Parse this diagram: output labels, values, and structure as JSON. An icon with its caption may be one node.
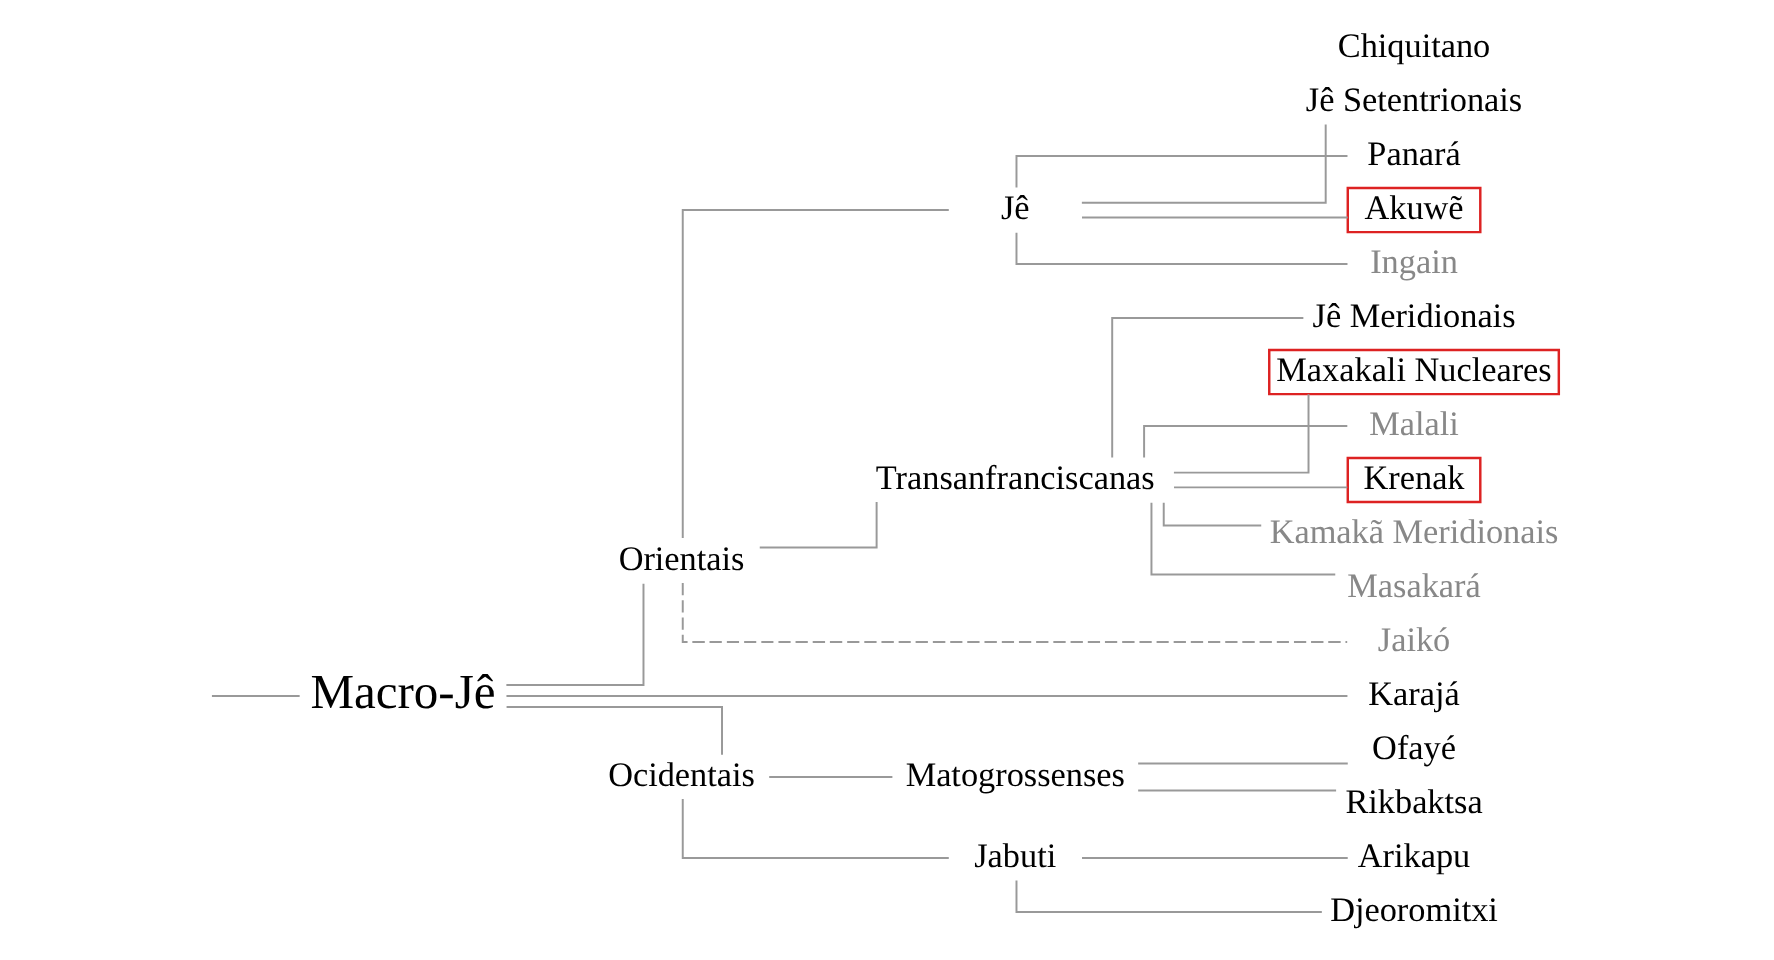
{
  "diagram": {
    "nodes": [
      {
        "text": [
          "Macro-Jê"
        ]
      },
      {
        "text": [
          "Orientais"
        ]
      },
      {
        "text": [
          "Jê"
        ]
      },
      {
        "text": [
          "Jê Setentrionais"
        ]
      },
      {
        "text": [
          "Panará"
        ]
      },
      {
        "text": [
          "Akuwẽ"
        ]
      },
      {
        "text": [
          "Ingain"
        ]
      },
      {
        "text": [
          "Transanfranciscanas"
        ]
      },
      {
        "text": [
          "Jê Meridionais"
        ]
      },
      {
        "text": [
          "Maxakali Nucleares"
        ]
      },
      {
        "text": [
          "Malali"
        ]
      },
      {
        "text": [
          "Krenak"
        ]
      },
      {
        "text": [
          "Kamakã Meridionais"
        ]
      },
      {
        "text": [
          "Masakará"
        ]
      },
      {
        "text": [
          "Jaikó"
        ]
      },
      {
        "text": [
          "Karajá"
        ]
      },
      {
        "text": [
          "Ocidentais"
        ]
      },
      {
        "text": [
          "Matogrossenses"
        ]
      },
      {
        "text": [
          "Ofayé"
        ]
      },
      {
        "text": [
          "Rikbaktsa"
        ]
      },
      {
        "text": [
          "Jabuti"
        ]
      },
      {
        "text": [
          "Arikapu"
        ]
      },
      {
        "text": [
          "Djeoromitxi"
        ]
      }
    ],
    "edges": [
      {
        "from": null,
        "to": 0,
        "arrow": "none"
      },
      {
        "from": 0,
        "to": 1,
        "arrow": "none"
      },
      {
        "from": 1,
        "to": 2,
        "arrow": "none"
      },
      {
        "from": 2,
        "to": 3,
        "arrow": "none"
      },
      {
        "from": 2,
        "to": 4,
        "arrow": "none"
      },
      {
        "from": 2,
        "to": 5,
        "arrow": "none"
      },
      {
        "from": 2,
        "to": 6,
        "arrow": "none"
      },
      {
        "from": 1,
        "to": 7,
        "arrow": "none"
      },
      {
        "from": 7,
        "to": 8,
        "arrow": "none"
      },
      {
        "from": 7,
        "to": 9,
        "arrow": "none"
      },
      {
        "from": 7,
        "to": 10,
        "arrow": "none"
      },
      {
        "from": 7,
        "to": 11,
        "arrow": "none"
      },
      {
        "from": 7,
        "to": 12,
        "arrow": "none"
      },
      {
        "from": 7,
        "to": 13,
        "arrow": "none"
      },
      {
        "from": 1,
        "to": 14,
        "arrow": "none",
        "style": "dashed"
      },
      {
        "from": 0,
        "to": 15,
        "arrow": "none"
      },
      {
        "from": 0,
        "to": 16,
        "arrow": "none"
      },
      {
        "from": 16,
        "to": 17,
        "arrow": "none"
      },
      {
        "from": 17,
        "to": 18,
        "arrow": "none"
      },
      {
        "from": 17,
        "to": 19,
        "arrow": "none"
      },
      {
        "from": 16,
        "to": 20,
        "arrow": "none"
      },
      {
        "from": 20,
        "to": 21,
        "arrow": "none"
      },
      {
        "from": 20,
        "to": 22,
        "arrow": "none"
      }
    ],
    "labels": [
      "Chiquitano"
    ]
  }
}
